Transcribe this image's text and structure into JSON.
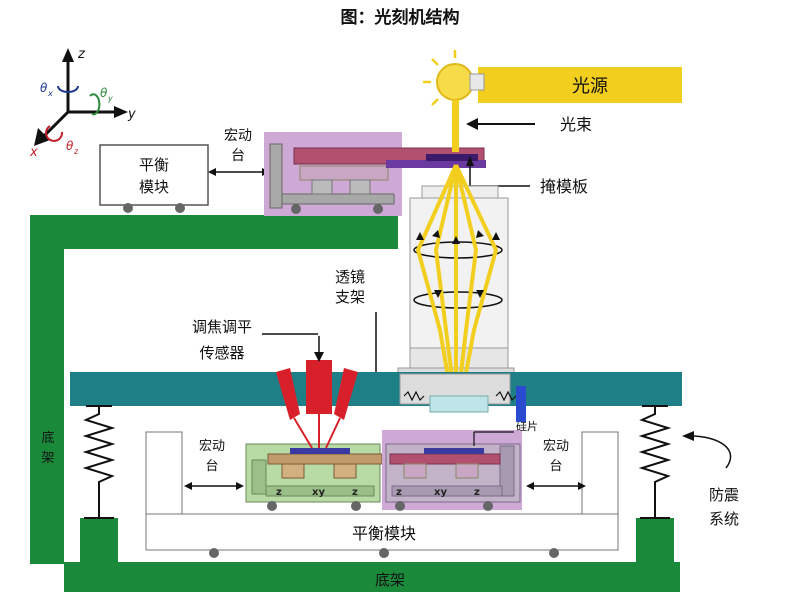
{
  "title": "图：光刻机结构",
  "labels": {
    "light_source": "光源",
    "light_beam": "光束",
    "mask": "掩模板",
    "lens_support_1": "透镜",
    "lens_support_2": "支架",
    "focus_sensor_1": "调焦调平",
    "focus_sensor_2": "传感器",
    "macro_stage": "宏动",
    "stage_tai": "台",
    "balance_module_1": "平衡",
    "balance_module_2": "模块",
    "balance_module_bottom": "平衡模块",
    "wafer": "硅片",
    "base_side": "底架",
    "base_bottom": "底架",
    "anti_vib_1": "防震",
    "anti_vib_2": "系统",
    "axis_z": "z",
    "axis_y": "y",
    "axis_x": "x",
    "theta_x": "θ",
    "theta_y": "θ",
    "theta_z": "θ",
    "sub_x": "x",
    "sub_y": "y",
    "sub_z": "z",
    "stage_z": "z",
    "stage_xy": "xy"
  },
  "colors": {
    "frame_green": "#1a8a3a",
    "plate_teal": "#1f7f86",
    "purple_zone": "#cfa9d6",
    "light_yellow": "#f2cf1f",
    "sensor_red": "#d8202a",
    "stage_green": "#b8dba6"
  }
}
